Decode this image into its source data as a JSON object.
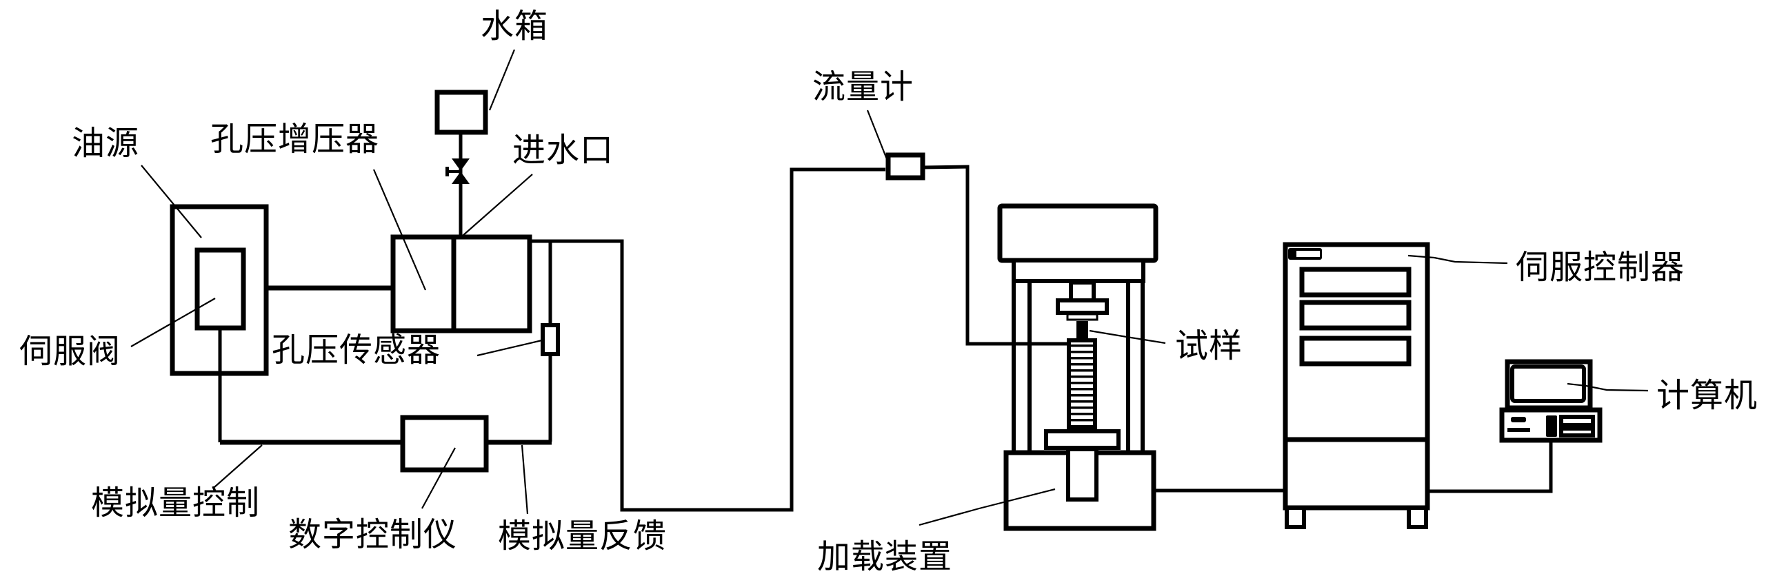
{
  "diagram": {
    "components": {
      "water_tank": "水箱",
      "water_inlet": "进水口",
      "oil_source": "油源",
      "pore_pressure_booster": "孔压增压器",
      "servo_valve": "伺服阀",
      "pore_pressure_sensor": "孔压传感器",
      "analog_control": "模拟量控制",
      "digital_controller": "数字控制仪",
      "analog_feedback": "模拟量反馈",
      "flow_meter": "流量计",
      "specimen": "试样",
      "loading_device": "加载装置",
      "servo_controller": "伺服控制器",
      "computer": "计算机"
    },
    "colors": {
      "line": "#000000",
      "background": "#ffffff"
    }
  }
}
